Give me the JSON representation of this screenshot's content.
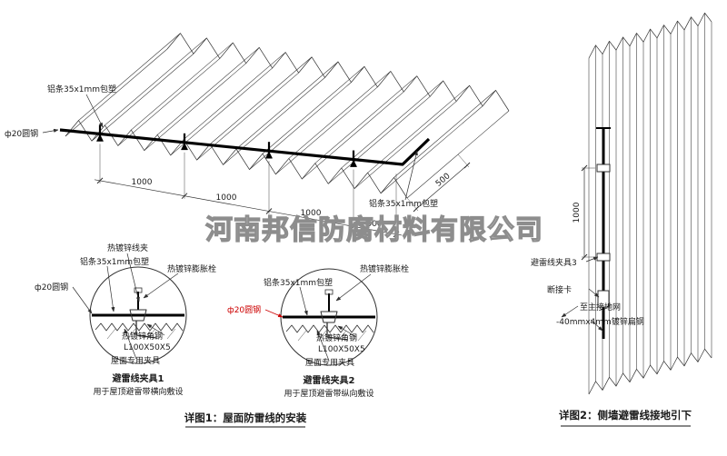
{
  "watermark": "河南邦信防腐材料有限公司",
  "roof_view": {
    "label_strip_left": "铝条35x1mm包塑",
    "label_round_steel": "ф20圆钢",
    "label_strip_right": "铝条35x1mm包塑",
    "dims": [
      "1000",
      "1000",
      "1000",
      "500"
    ],
    "dim_edge": "500",
    "caption": "详图1：屋面防雷线的安装"
  },
  "detail1": {
    "label_wire_clip": "热镀锌线夹",
    "label_strip": "铝条35x1mm包塑",
    "label_bolt": "热镀锌膨胀栓",
    "label_round_steel": "ф20圆钢",
    "label_angle_steel": "热镀锌角钢",
    "label_angle_spec": "L100X50X5",
    "label_roof_clamp": "屋面专用夹具",
    "title": "避雷线夹具1",
    "subtitle": "用于屋顶避雷带横向敷设"
  },
  "detail2": {
    "label_strip": "铝条35x1mm包塑",
    "label_bolt": "热镀锌膨胀栓",
    "label_round_steel": "ф20圆钢",
    "label_angle_steel": "热镀锌角钢",
    "label_angle_spec": "L100X50X5",
    "label_roof_clamp": "屋面专用夹具",
    "title": "避雷线夹具2",
    "subtitle": "用于屋顶避雷带纵向敷设"
  },
  "wall_view": {
    "label_clamp3": "避雷线夹具3",
    "label_disconnect": "断接卡",
    "label_to_ground": "至主接地网",
    "label_flat_steel": "-40mmx4mm镀锌扁钢",
    "dim": "1000",
    "caption": "详图2：侧墙避雷线接地引下"
  },
  "colors": {
    "line": "#2f2f2f",
    "accent_red": "#cc0000",
    "watermark_gray": "#8d8d8d"
  }
}
